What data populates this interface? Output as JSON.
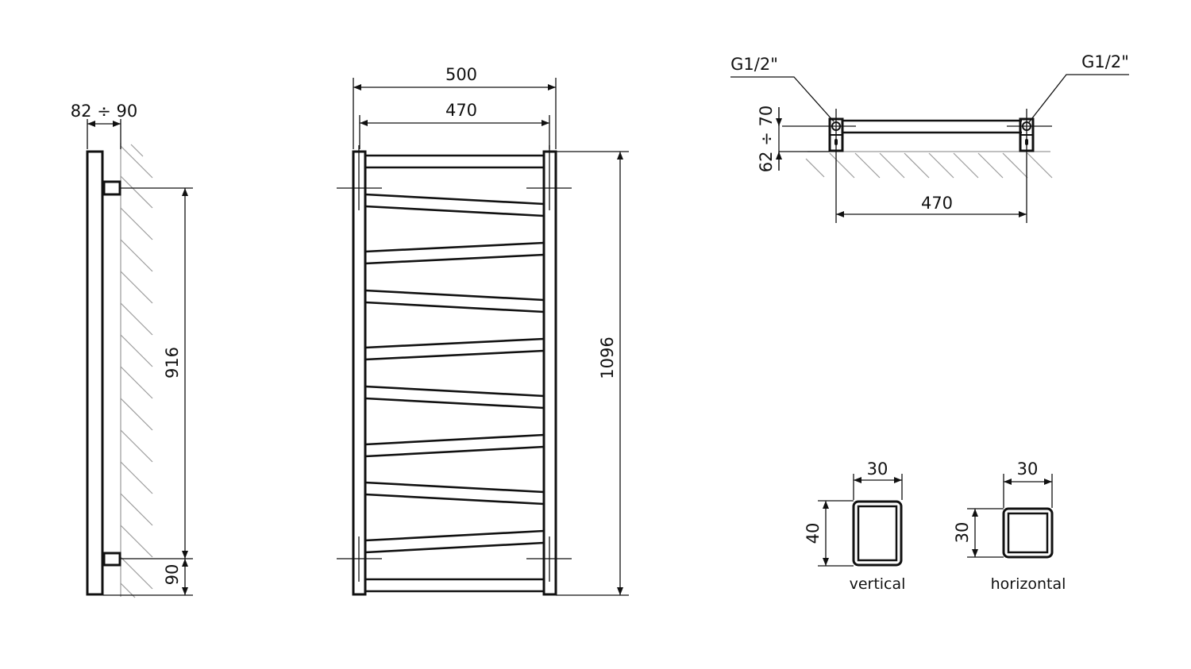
{
  "drawing": {
    "type": "technical-dimension-drawing",
    "subject": "towel radiator",
    "units": "mm"
  },
  "side_view": {
    "depth_label": "82 ÷ 90",
    "connection_spacing_label": "916",
    "bottom_offset_label": "90"
  },
  "front_view": {
    "overall_width_label": "500",
    "connection_width_label": "470",
    "overall_height_label": "1096",
    "rung_count": 10
  },
  "top_view": {
    "left_connection_label": "G1/2\"",
    "right_connection_label": "G1/2\"",
    "wall_offset_label": "62 ÷ 70",
    "connection_width_label": "470"
  },
  "profiles": [
    {
      "name": "vertical",
      "width_label": "30",
      "height_label": "40"
    },
    {
      "name": "horizontal",
      "width_label": "30",
      "height_label": "30"
    }
  ],
  "colors": {
    "line": "#111111",
    "hatch": "#9a9a9a",
    "background": "#ffffff"
  }
}
